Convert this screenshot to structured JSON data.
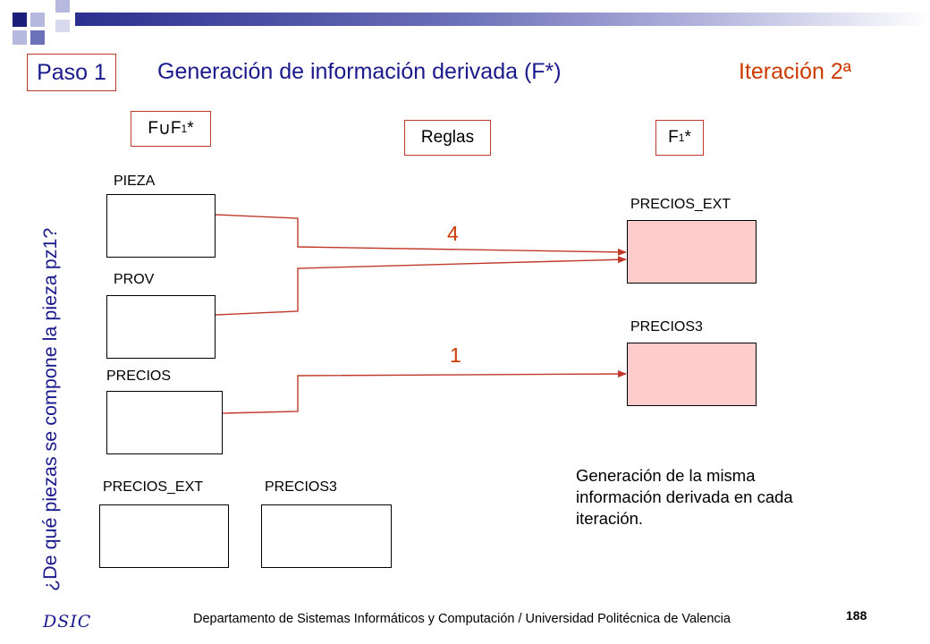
{
  "header": {
    "step": "Paso 1",
    "title": "Generación de información derivada (F*)",
    "iteration": "Iteración 2ª"
  },
  "side_question": "¿De qué piezas se compone la pieza pz1?",
  "column_labels": {
    "left_prefix": "F",
    "left_union": "∪",
    "left_F": "F",
    "left_sub": "1",
    "left_star": "*",
    "middle": "Reglas",
    "right_F": "F",
    "right_sub": "1",
    "right_star": "*"
  },
  "left_tables": [
    "PIEZA",
    "PROV",
    "PRECIOS"
  ],
  "bottom_tables": [
    "PRECIOS_EXT",
    "PRECIOS3"
  ],
  "right_tables": [
    "PRECIOS_EXT",
    "PRECIOS3"
  ],
  "rules": [
    "4",
    "1"
  ],
  "note": "Generación de la misma información derivada en cada iteración.",
  "footer": {
    "department": "Departamento de Sistemas Informáticos y Computación / Universidad Politécnica de Valencia",
    "page_number": "188",
    "logo_text": "DSIC"
  },
  "colors": {
    "title_blue": "#1a1a8c",
    "accent_orange": "#cc3a00",
    "arrow_red": "#c0392b",
    "derived_fill": "#ffcccc"
  }
}
